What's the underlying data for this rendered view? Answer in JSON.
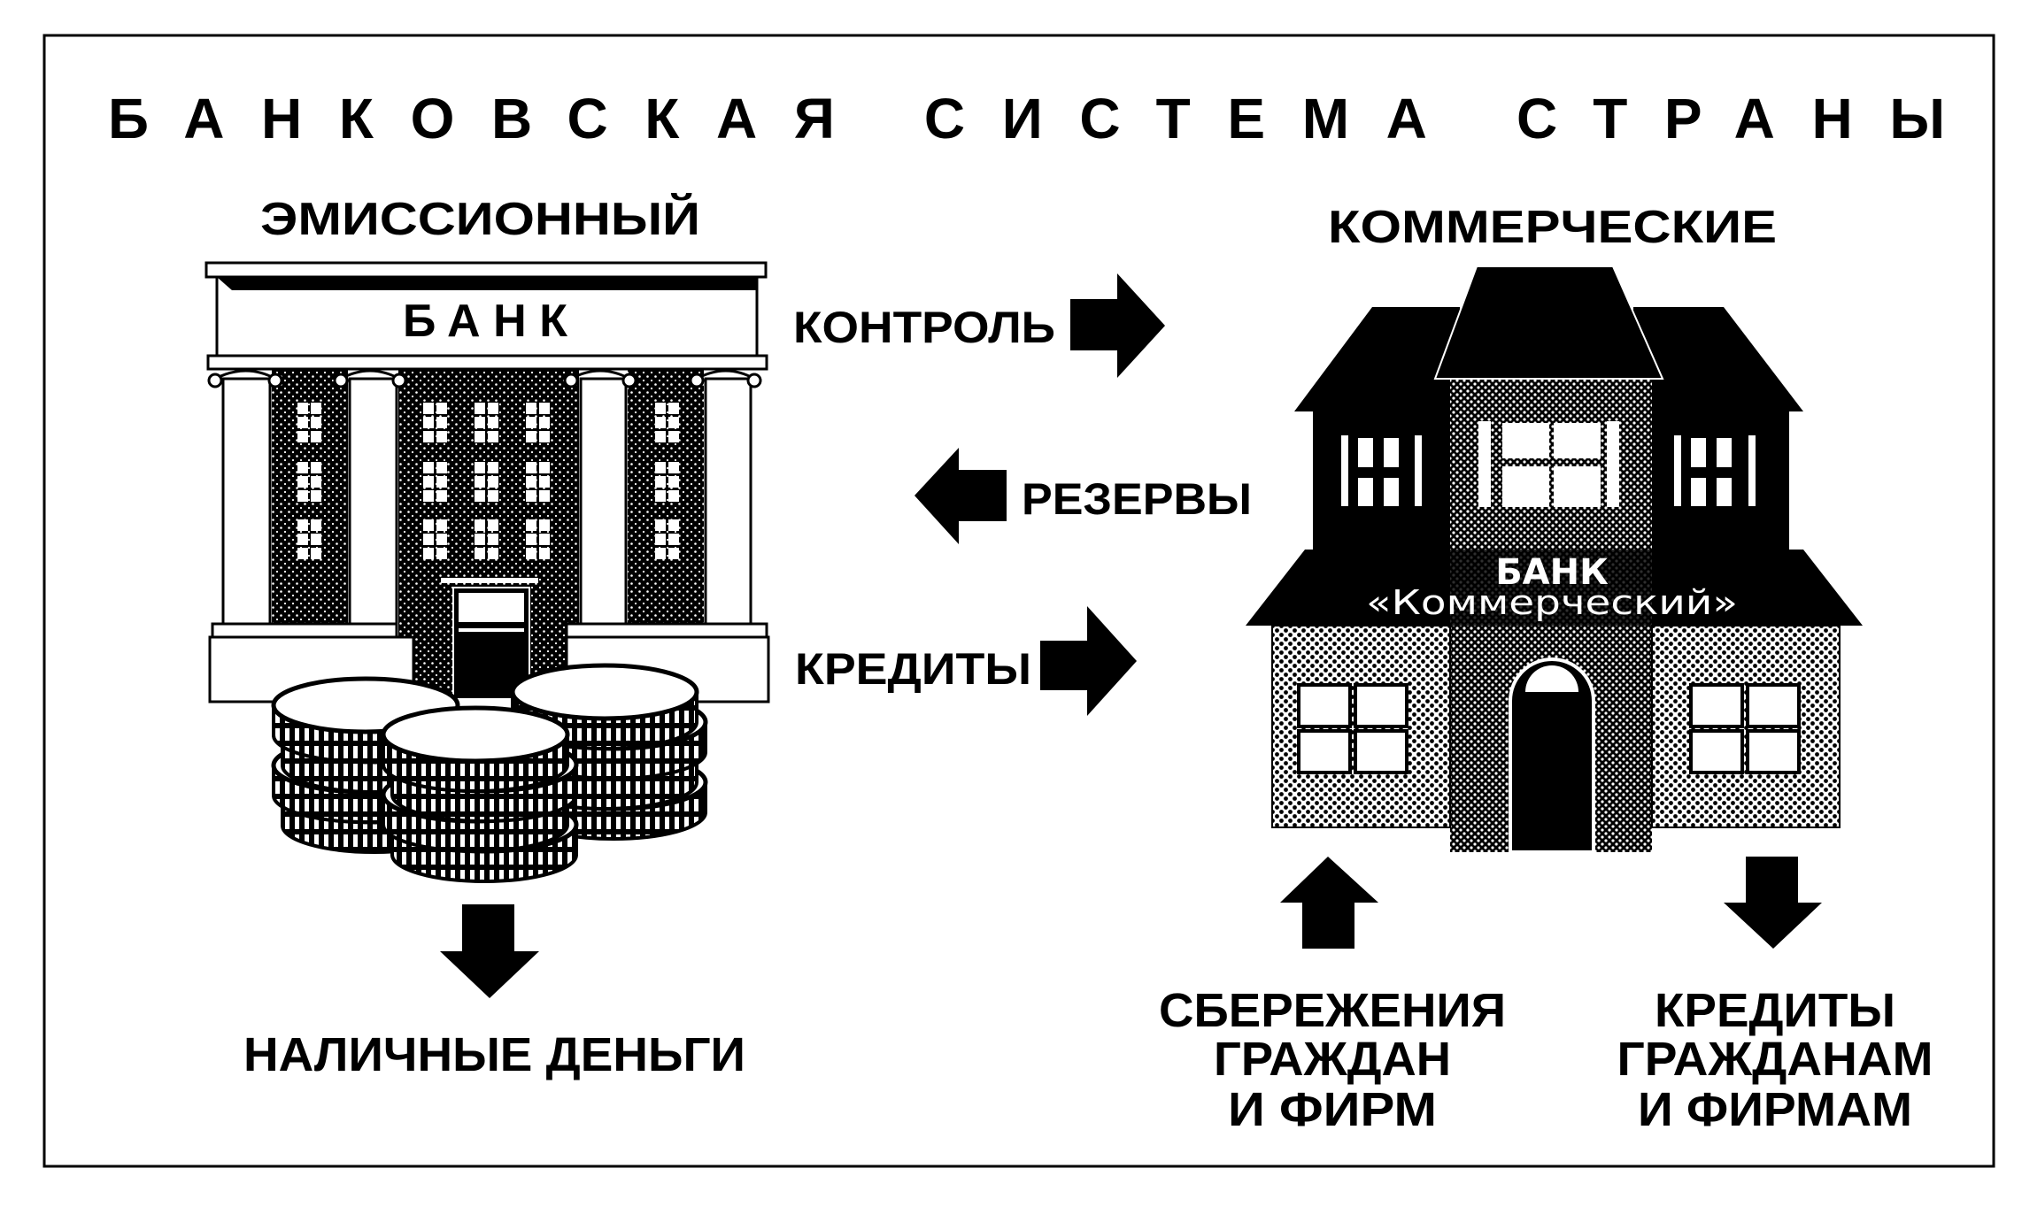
{
  "diagram": {
    "title": "БАНКОВСКАЯ СИСТЕМА СТРАНЫ",
    "ink_color": "#000000",
    "paper_color": "#ffffff",
    "left_node": {
      "heading": "ЭМИССИОННЫЙ",
      "building_sign": "БАНК",
      "illustration": "central-bank-building-with-coins",
      "output": {
        "direction": "down",
        "label": "НАЛИЧНЫЕ ДЕНЬГИ"
      }
    },
    "right_node": {
      "heading": "КОММЕРЧЕСКИЕ",
      "building_sign_line1": "БАНК",
      "building_sign_line2": "«Коммерческий»",
      "illustration": "commercial-bank-house",
      "input": {
        "direction": "up",
        "label_lines": [
          "СБЕРЕЖЕНИЯ",
          "ГРАЖДАН",
          "И ФИРМ"
        ]
      },
      "output": {
        "direction": "down",
        "label_lines": [
          "КРЕДИТЫ",
          "ГРАЖДАНАМ",
          "И ФИРМАМ"
        ]
      }
    },
    "flows": [
      {
        "label": "КОНТРОЛЬ",
        "from": "ЭМИССИОННЫЙ БАНК",
        "to": "КОММЕРЧЕСКИЕ БАНКИ",
        "direction": "right"
      },
      {
        "label": "РЕЗЕРВЫ",
        "from": "КОММЕРЧЕСКИЕ БАНКИ",
        "to": "ЭМИССИОННЫЙ БАНК",
        "direction": "left"
      },
      {
        "label": "КРЕДИТЫ",
        "from": "ЭМИССИОННЫЙ БАНК",
        "to": "КОММЕРЧЕСКИЕ БАНКИ",
        "direction": "right"
      }
    ]
  }
}
